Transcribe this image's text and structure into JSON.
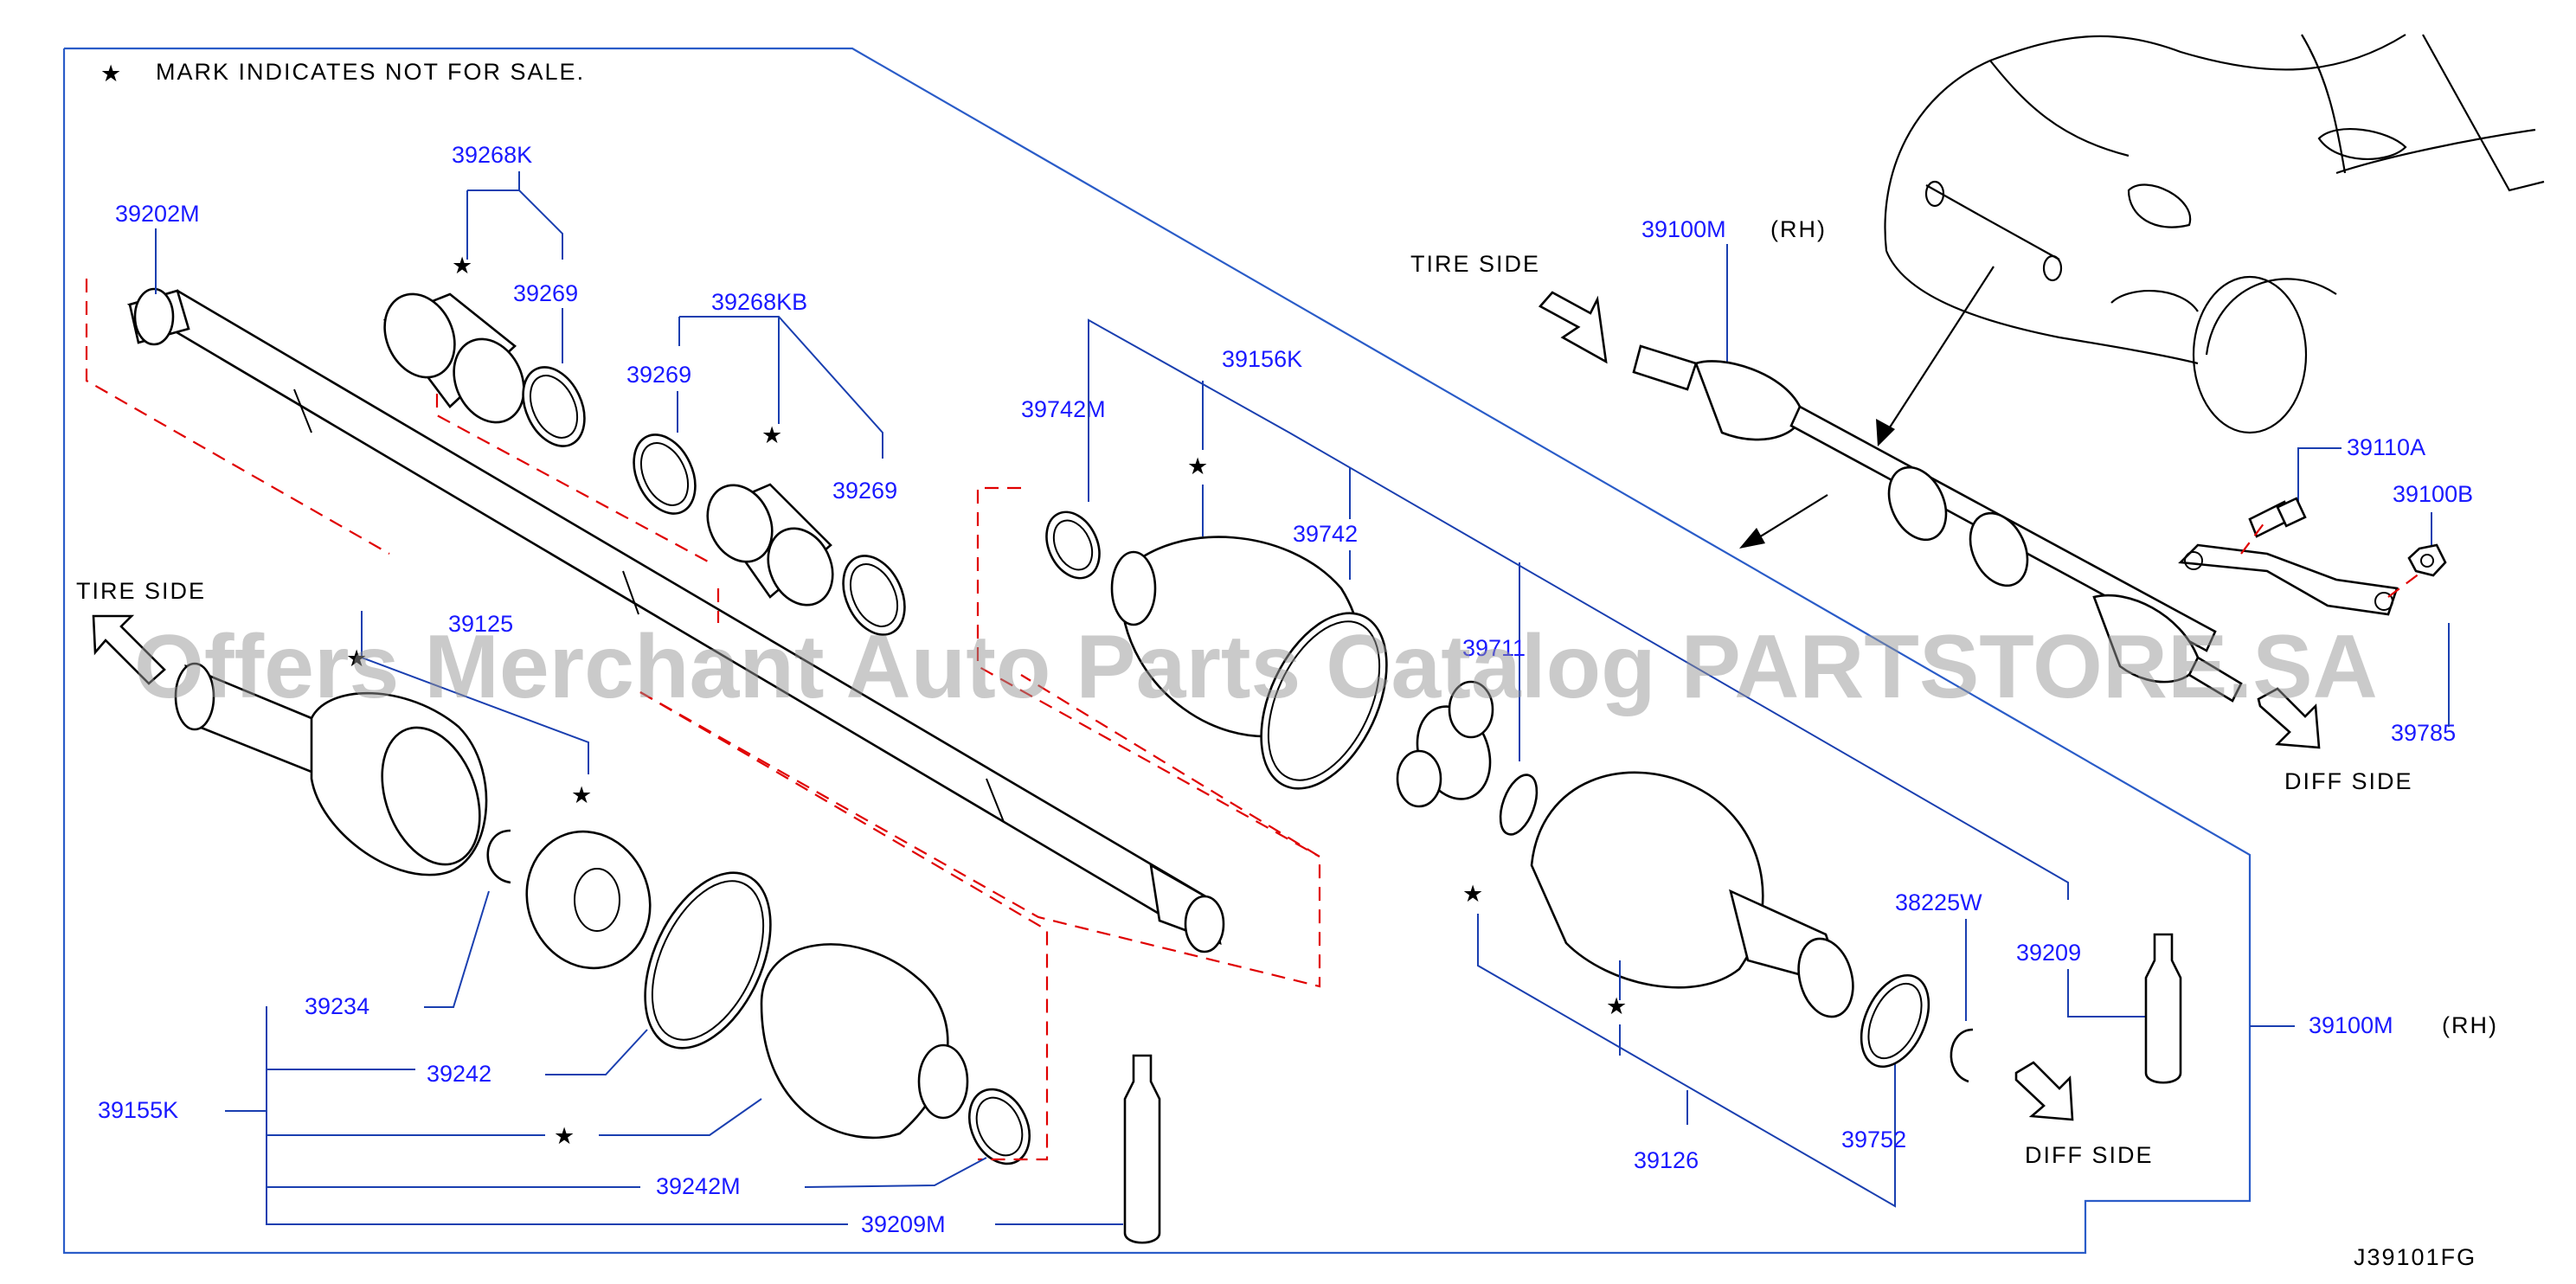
{
  "notice": "MARK INDICATES NOT FOR SALE.",
  "notice_star": "★",
  "diagram_code": "J39101FG",
  "watermark": "Offers Merchant Auto Parts Catalog PARTSTORE.SA",
  "side_labels": {
    "tire_side_left": "TIRE SIDE",
    "tire_side_right": "TIRE SIDE",
    "diff_side_right": "DIFF SIDE",
    "diff_side_bottom": "DIFF SIDE"
  },
  "qualifiers": {
    "rh_top": "(RH)",
    "rh_right": "(RH)"
  },
  "parts": {
    "p39202M": "39202M",
    "p39268K": "39268K",
    "p39269_a": "39269",
    "p39268KB": "39268KB",
    "p39269_b": "39269",
    "p39269_c": "39269",
    "p39742M": "39742M",
    "p39156K": "39156K",
    "p39742": "39742",
    "p39125": "39125",
    "p39234": "39234",
    "p39242": "39242",
    "p39155K": "39155K",
    "p39242M": "39242M",
    "p39209M": "39209M",
    "p39100M_top": "39100M",
    "p39110A": "39110A",
    "p39100B": "39100B",
    "p39785": "39785",
    "p38225W": "38225W",
    "p39209": "39209",
    "p39100M_right": "39100M",
    "p39752": "39752",
    "p39126": "39126",
    "p39711": "39711"
  }
}
